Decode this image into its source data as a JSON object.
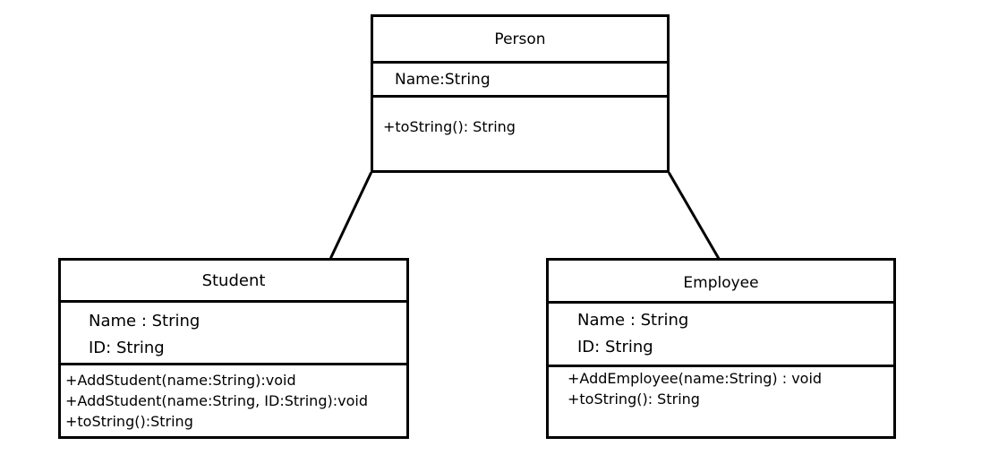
{
  "classes": {
    "person": {
      "name": "Person",
      "attributes": [
        "Name:String"
      ],
      "methods": [
        "+toString(): String"
      ]
    },
    "student": {
      "name": "Student",
      "attributes": [
        "Name : String",
        "ID: String"
      ],
      "methods": [
        "+AddStudent(name:String):void",
        "+AddStudent(name:String, ID:String):void",
        "+toString():String"
      ]
    },
    "employee": {
      "name": "Employee",
      "attributes": [
        "Name : String",
        "ID: String"
      ],
      "methods": [
        "+AddEmployee(name:String) : void",
        "+toString(): String"
      ]
    }
  },
  "relationships": [
    {
      "from": "person",
      "to": "student"
    },
    {
      "from": "person",
      "to": "employee"
    }
  ],
  "colors": {
    "line": "#000000",
    "background": "#ffffff"
  }
}
